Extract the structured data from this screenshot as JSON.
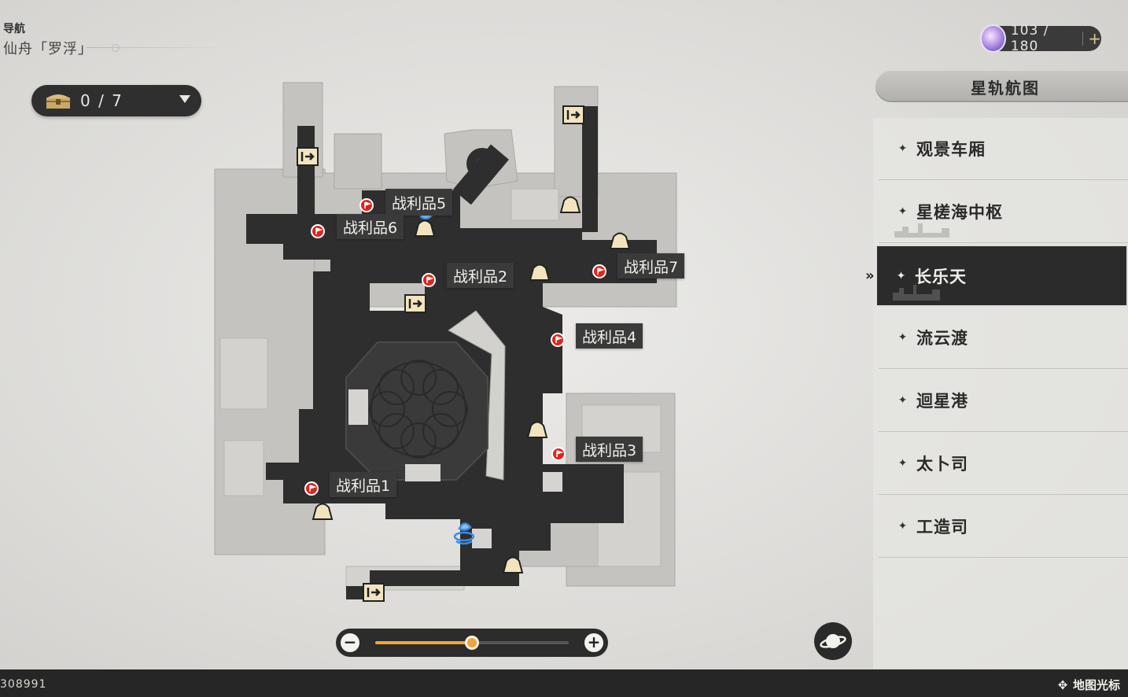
{
  "header": {
    "nav_label": "导航",
    "region": "仙舟「罗浮」"
  },
  "chest": {
    "icon": "treasure-chest-icon",
    "count": "0 / 7"
  },
  "stamina": {
    "icon": "trailblaze-power-icon",
    "value": "103 / 180",
    "plus": "+"
  },
  "panel": {
    "title": "星轨航图",
    "locations": [
      {
        "name": "观景车厢",
        "active": false
      },
      {
        "name": "星槎海中枢",
        "active": false
      },
      {
        "name": "长乐天",
        "active": true
      },
      {
        "name": "流云渡",
        "active": false
      },
      {
        "name": "迴星港",
        "active": false
      },
      {
        "name": "太卜司",
        "active": false
      },
      {
        "name": "工造司",
        "active": false
      }
    ]
  },
  "map": {
    "loot": [
      {
        "label": "战利品1"
      },
      {
        "label": "战利品2"
      },
      {
        "label": "战利品3"
      },
      {
        "label": "战利品4"
      },
      {
        "label": "战利品5"
      },
      {
        "label": "战利品6"
      },
      {
        "label": "战利品7"
      }
    ],
    "icons": [
      "exit-door-icon",
      "bell-icon",
      "space-anchor-icon",
      "red-flag-icon"
    ]
  },
  "zoom": {
    "minus": "−",
    "plus": "+",
    "level": 0.5
  },
  "footer": {
    "uid": "308991",
    "map_hint": "地图光标"
  },
  "colors": {
    "map_dark": "#2e2e2e",
    "flag_red": "#e0231c",
    "accent_orange": "#f1a43a"
  }
}
